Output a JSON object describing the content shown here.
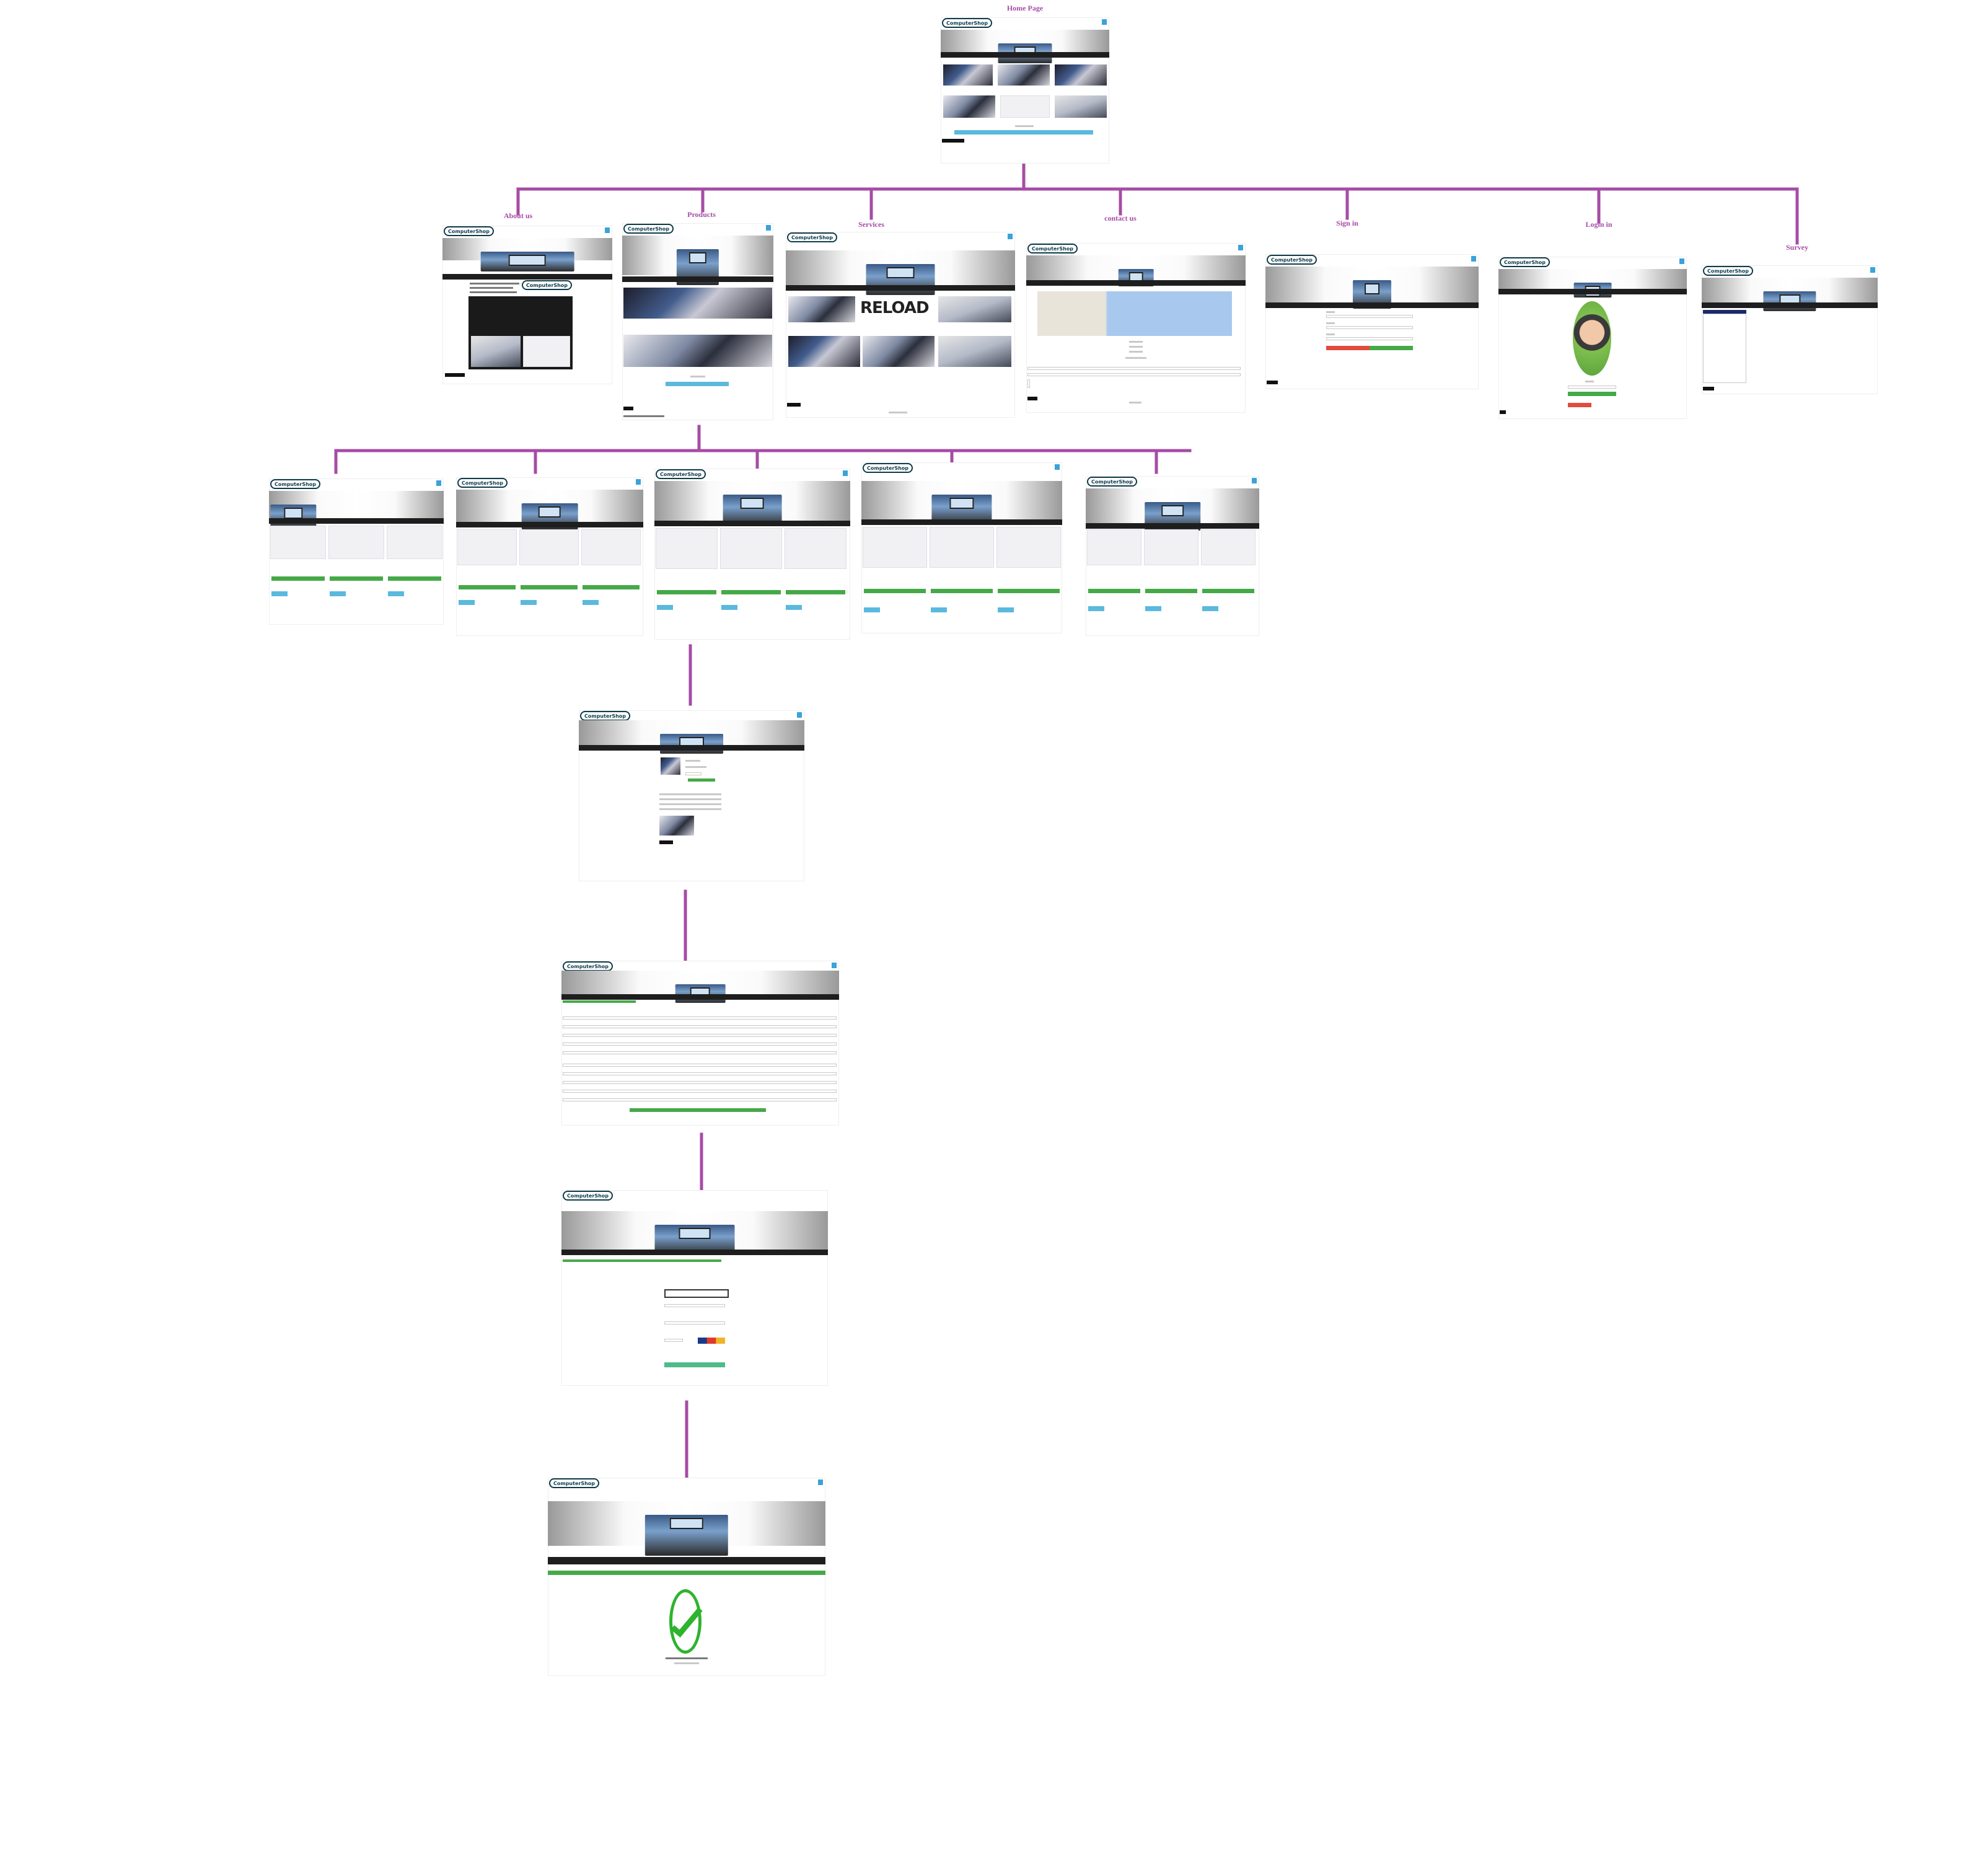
{
  "diagram": {
    "nodes": {
      "home": {
        "label": "Home Page",
        "logo": "ComputerShop"
      },
      "about": {
        "label": "About us",
        "logo": "ComputerShop"
      },
      "products": {
        "label": "Products",
        "logo": "ComputerShop"
      },
      "services": {
        "label": "Services",
        "logo": "ComputerShop",
        "service_brand": "RELOAD"
      },
      "contact": {
        "label": "contact us",
        "logo": "ComputerShop"
      },
      "signin": {
        "label": "Sign in",
        "logo": "ComputerShop"
      },
      "login": {
        "label": "Login in",
        "logo": "ComputerShop"
      },
      "survey": {
        "label": "Survey",
        "logo": "ComputerShop"
      },
      "category_1": {
        "logo": "ComputerShop"
      },
      "category_2": {
        "logo": "ComputerShop"
      },
      "category_3": {
        "logo": "ComputerShop"
      },
      "category_4": {
        "logo": "ComputerShop"
      },
      "category_5": {
        "logo": "ComputerShop"
      },
      "product_detail": {
        "logo": "ComputerShop"
      },
      "checkout_form": {
        "logo": "ComputerShop"
      },
      "payment": {
        "logo": "ComputerShop"
      },
      "confirmation": {
        "logo": "ComputerShop"
      }
    }
  }
}
